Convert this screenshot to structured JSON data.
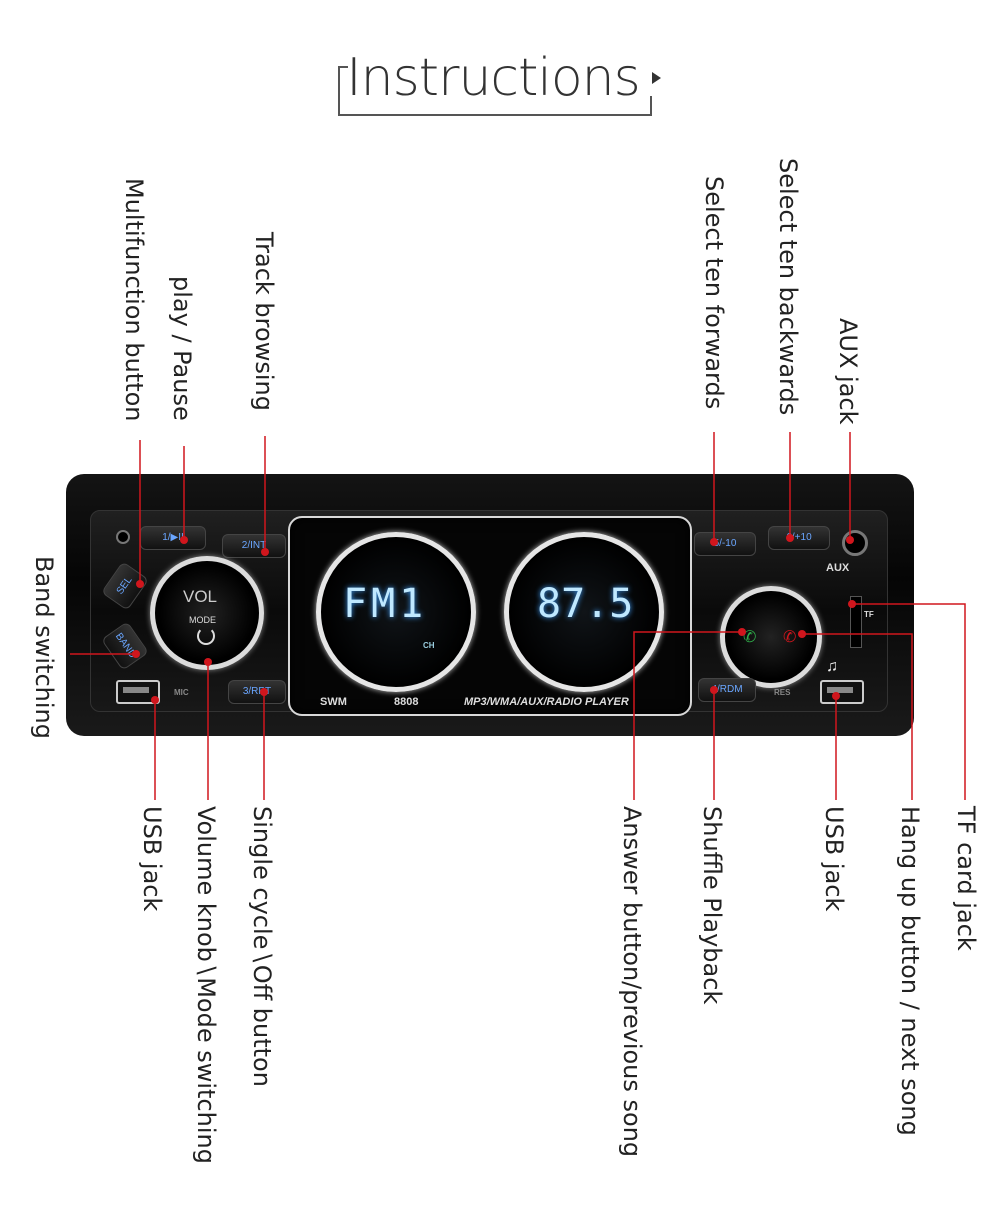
{
  "title": "Instructions",
  "labels": {
    "multifunction": "Multifunction button",
    "play_pause": "play / Pause",
    "track_browsing": "Track browsing",
    "band_switching": "Band switching",
    "select_ten_forwards": "Select ten forwards",
    "select_ten_backwards": "Select ten backwards",
    "aux_jack": "AUX jack",
    "usb_jack_left": "USB jack",
    "volume_knob": "Volume knob∖Mode switching",
    "single_cycle": "Single cycle∖Off button",
    "answer_button": "Answer button/previous song",
    "shuffle": "Shuffle Playback",
    "usb_jack_right": "USB jack",
    "hang_up": "Hang up button / next song",
    "tf_card": "TF card jack"
  },
  "device": {
    "display_left": "FM1",
    "display_right": "87.5",
    "brand": "SWM",
    "model": "8808",
    "formats": "MP3/WMA/AUX/RADIO PLAYER",
    "knob_label": "VOL",
    "knob_mode": "MODE",
    "aux_text": "AUX",
    "tf_text": "TF",
    "mic_text": "MIC",
    "res_text": "RES",
    "ch_text": "CH",
    "buttons": {
      "b1": "1/▶II",
      "b2": "2/INT",
      "b3": "3/RPT",
      "b4": "4/RDM",
      "b5": "5/-10",
      "b6": "6/+10",
      "sel": "SEL",
      "band": "BAND"
    }
  }
}
